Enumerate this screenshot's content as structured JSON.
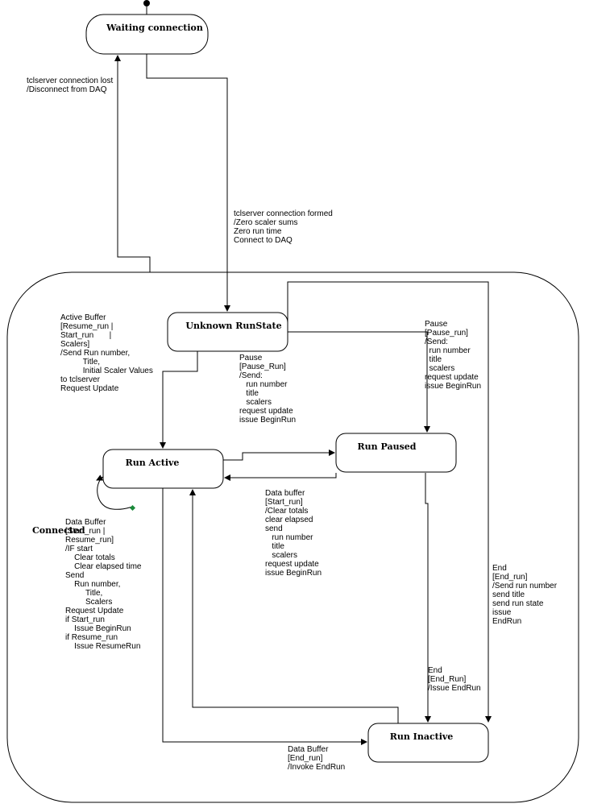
{
  "states": {
    "waiting": "Waiting connection",
    "unknown": "Unknown RunState",
    "active": "Run Active",
    "paused": "Run Paused",
    "inactive": "Run Inactive",
    "connected": "Connected"
  },
  "transitions": {
    "lost": [
      "tclserver connection lost",
      "/Disconnect from DAQ"
    ],
    "formed": [
      "tclserver connection formed",
      "/Zero scaler sums",
      "Zero run time",
      "Connect to DAQ"
    ],
    "active_buffer": [
      "Active Buffer",
      "[Resume_run |",
      "Start_run       |",
      "Scalers]",
      "/Send Run number,",
      "          Title,",
      "          Initial Scaler Values",
      "to tclserver",
      "Request Update"
    ],
    "pause_mid": [
      "Pause",
      "[Pause_Run]",
      "/Send:",
      "   run number",
      "   title",
      "   scalers",
      "request update",
      "issue BeginRun"
    ],
    "pause_right": [
      "Pause",
      "[Pause_run]",
      "/Send:",
      "  run number",
      "  title",
      "  scalers",
      "request update",
      "issue BeginRun"
    ],
    "data_buffer_left": [
      "Data Buffer",
      "[Start_run |",
      "Resume_run]",
      "/IF start",
      "    Clear totals",
      "    Clear elapsed time",
      "Send",
      "    Run number,",
      "         Title,",
      "         Scalers",
      "Request Update",
      "if Start_run",
      "    Issue BeginRun",
      "if Resume_run",
      "    Issue ResumeRun"
    ],
    "data_buffer_mid": [
      "Data buffer",
      "[Start_run]",
      "/Clear totals",
      "clear elapsed",
      "send",
      "   run number",
      "   title",
      "   scalers",
      "request update",
      "issue BeginRun"
    ],
    "end_right": [
      "End",
      "[End_run]",
      "/Send run number",
      "send title",
      "send run state",
      "issue",
      "EndRun"
    ],
    "end_mid": [
      "End",
      "[End_Run]",
      "/Issue EndRun"
    ],
    "data_buffer_bottom": [
      "Data Buffer",
      "[End_run]",
      "/Invoke EndRun"
    ]
  }
}
